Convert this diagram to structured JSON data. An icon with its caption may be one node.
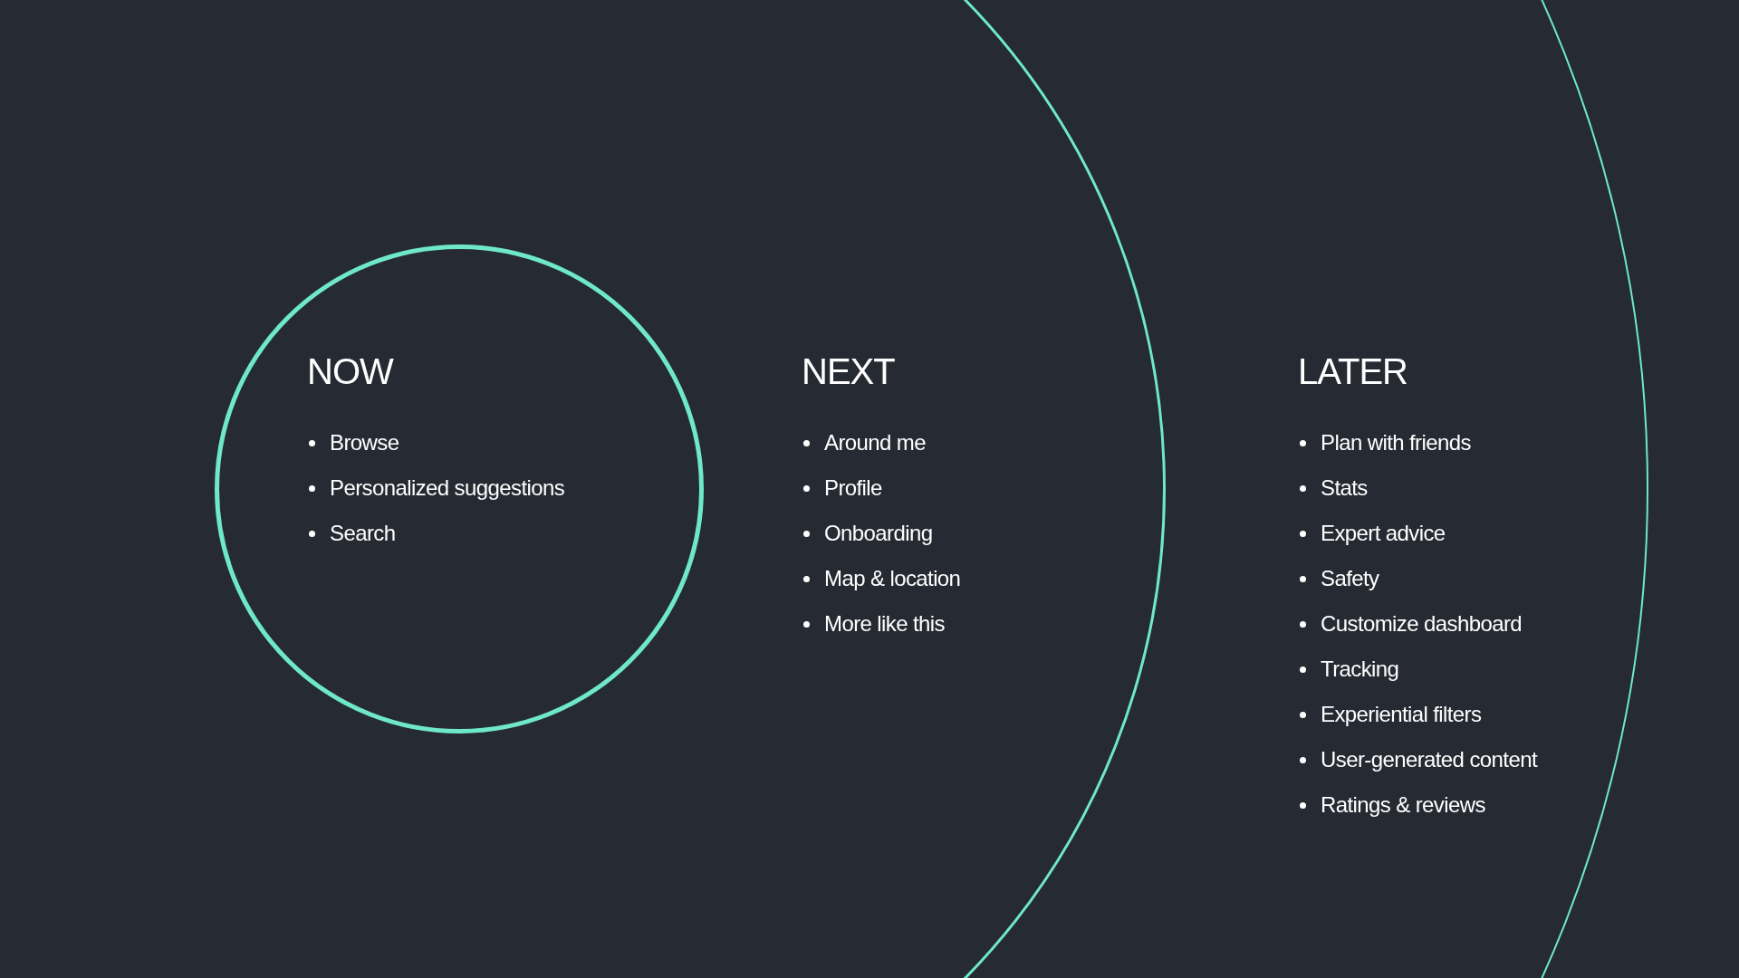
{
  "diagram": {
    "nodes": [
      {
        "text": [
          "LATER",
          "Plan with friends",
          "Stats",
          "Expert advice",
          "Safety",
          "Customize dashboard",
          "Tracking",
          "Experiential filters",
          "User-generated content",
          "Ratings & reviews"
        ]
      },
      {
        "text": [
          "NEXT",
          "Around me",
          "Profile",
          "Onboarding",
          "Map & location",
          "More like this"
        ],
        "in": 0
      },
      {
        "text": [
          "NOW",
          "Browse",
          "Personalized suggestions",
          "Search"
        ],
        "in": 1
      }
    ]
  }
}
